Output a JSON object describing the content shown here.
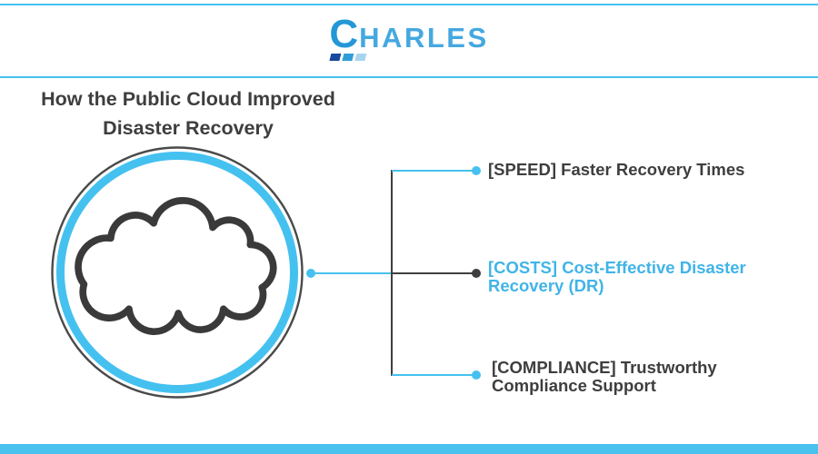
{
  "brand": {
    "name": "CHARLES",
    "logo_initial": "C",
    "logo_rest": "HARLES",
    "colors": {
      "logo_initial_blue": "#2397D7",
      "logo_text_blue": "#45A8E0",
      "logo_block_navy": "#19499E",
      "logo_block_blue": "#2E9ED9",
      "logo_block_light": "#A7D5F0",
      "accent_blue": "#45C1F0"
    }
  },
  "title": {
    "line1": "How the Public Cloud Improved",
    "line2": "Disaster Recovery"
  },
  "diagram": {
    "center_icon": "cloud",
    "ring_color": "#45C1F0",
    "circle_outline_color": "#4A4A4A",
    "cloud_outline_color": "#3A3A3A",
    "connector_blue": "#45C1F0",
    "connector_dark": "#3F3F3F",
    "branches": [
      {
        "id": "speed",
        "line1": "[SPEED] Faster Recovery Times",
        "line2": "",
        "text_color": "#3E3E3E",
        "connector_color": "#45C1F0"
      },
      {
        "id": "costs",
        "line1": "[COSTS] Cost-Effective Disaster",
        "line2": "Recovery (DR)",
        "text_color": "#41B4E8",
        "connector_color": "#3F3F3F"
      },
      {
        "id": "compliance",
        "line1": "[COMPLIANCE] Trustworthy",
        "line2": "Compliance Support",
        "text_color": "#3E3E3E",
        "connector_color": "#45C1F0"
      }
    ]
  },
  "footer": {
    "bar_color": "#4AC2EF"
  }
}
